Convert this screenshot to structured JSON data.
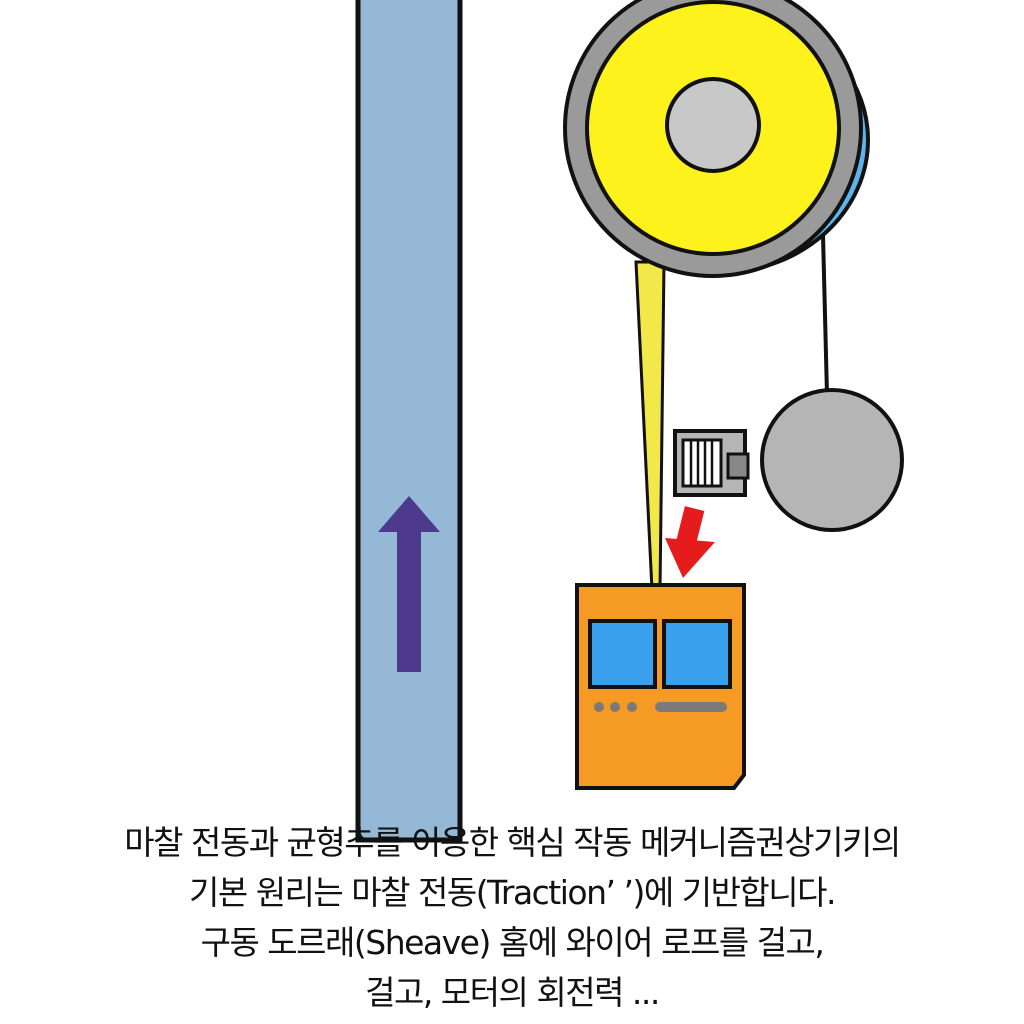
{
  "caption": {
    "line1": "마찰 전동과 균형추를 이용한 핵심 작동 메커니즘권상기키의",
    "line2": "기본 원리는 마찰 전동(Traction’ ’)에 기반합니다.",
    "line3": "구동 도르래(Sheave) 홈에 와이어 로프를 걸고,",
    "line4": "걸고, 모터의 회전력 ..."
  },
  "colors": {
    "shaft": "#94b8d6",
    "sheave_outer": "#9a9a9a",
    "sheave_face": "#fdf21c",
    "sheave_hub": "#c8c8c8",
    "sheave_rim": "#5bb4ea",
    "rope": "#f2e84a",
    "counterweight": "#b5b5b5",
    "car_body": "#f59a23",
    "car_window": "#3aa0ee",
    "up_arrow": "#4d3a8c",
    "down_arrow": "#e51c1c",
    "outline": "#111111"
  },
  "icons": {
    "sheave": "traction-sheave-icon",
    "motor": "motor-icon",
    "counterweight": "counterweight-icon",
    "car": "elevator-car-icon",
    "up_arrow": "arrow-up-icon",
    "down_arrow": "arrow-down-icon"
  }
}
